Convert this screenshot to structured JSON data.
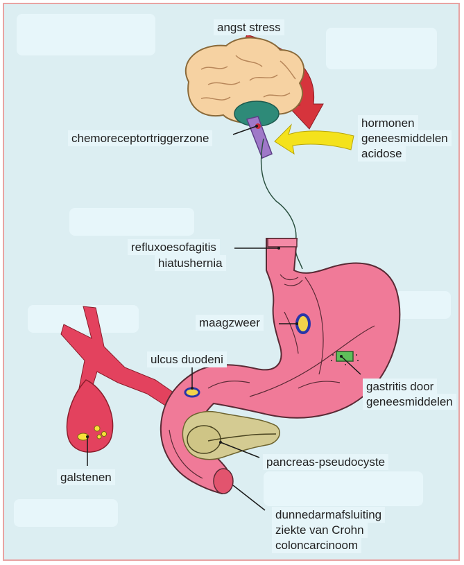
{
  "labels": {
    "angst_stress": "angst stress",
    "chemoreceptor": "chemoreceptortriggerzone",
    "hormonen": "hormonen",
    "geneesmiddelen": "geneesmiddelen",
    "acidose": "acidose",
    "reflux": "refluxoesofagitis",
    "hiatushernia": "hiatushernia",
    "maagzweer": "maagzweer",
    "ulcus": "ulcus duodeni",
    "gastritis_1": "gastritis door",
    "gastritis_2": "geneesmiddelen",
    "pancreas": "pancreas-pseudocyste",
    "galstenen": "galstenen",
    "dunnedarm": "dunnedarmafsluiting",
    "crohn": "ziekte van Crohn",
    "colon": "coloncarcinoom"
  },
  "colors": {
    "background": "#dceef2",
    "border": "#e8a3a3",
    "stomach": "#f07a98",
    "stomach_outline": "#5a2a35",
    "brain": "#f6d2a2",
    "cerebellum": "#2e8a78",
    "brainstem": "#9f78c8",
    "red_arrow": "#d6343c",
    "yellow_arrow": "#f4e21c",
    "bile": "#e3425e",
    "pancreas": "#d4cb92",
    "ulcer_ring": "#2836a8",
    "gastritis_patch": "#5fbf5a"
  }
}
